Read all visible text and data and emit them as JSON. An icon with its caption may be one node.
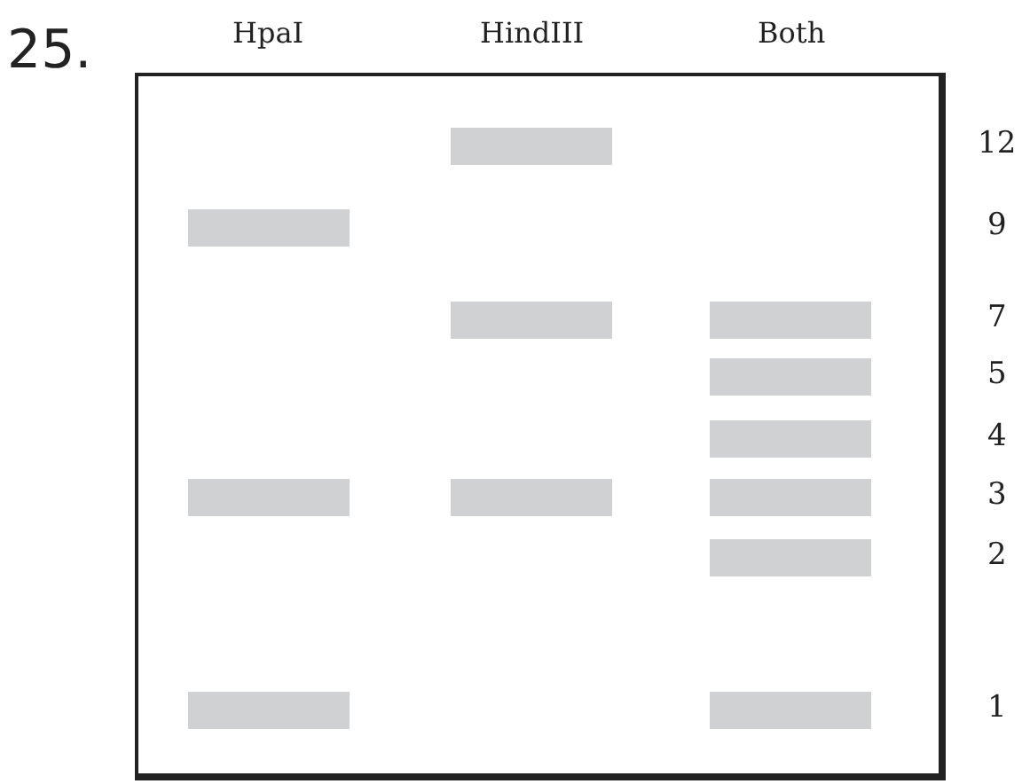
{
  "diagram": {
    "labels": [
      "25.",
      "HpaI",
      "HindIII",
      "Both",
      "12",
      "9",
      "7",
      "5",
      "4",
      "3",
      "2",
      "1"
    ]
  }
}
